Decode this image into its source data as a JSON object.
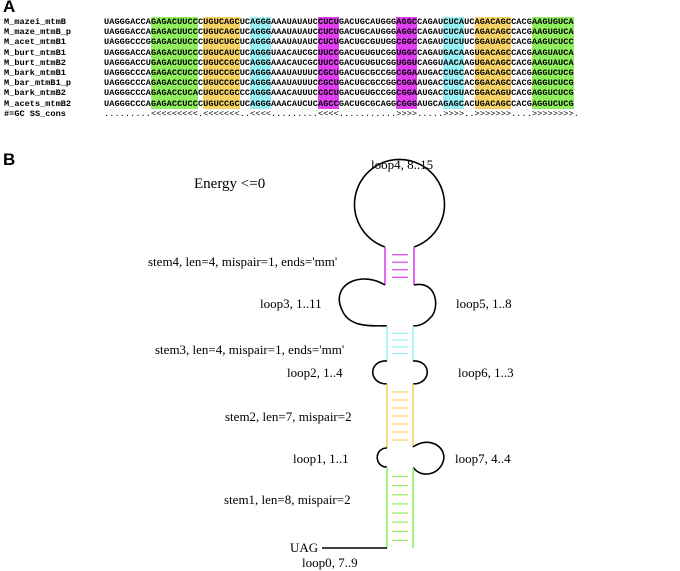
{
  "panels": {
    "a_label": "A",
    "b_label": "B"
  },
  "colors": {
    "green": "#90ee60",
    "yellow": "#f7d266",
    "cyan": "#99f0f5",
    "magenta": "#e040f0"
  },
  "alignment": {
    "rows": [
      {
        "name": "M_mazei_mtmB",
        "seq": "UAGGGACCAGAGACUUCCCUGUCAGCUCAGGGAAAUAUAUCCUCUGACUGCAUGGGAGGCCAGAUCUCAUCAGACAGCCACGAAGUGUCA"
      },
      {
        "name": "M_maze_mtmB_p",
        "seq": "UAGGGACCAGAGACUUCCCUGUCAGCUCAGGGAAAUAUAUCCUCUGACUGCAUGGGAGGCCAGAUCUCAUCAGACAGCCACGAAGUGUCA"
      },
      {
        "name": "M_acet_mtmB1",
        "seq": "UAGGGCCCGGAGACUUCCCUGUCUGCUCAGGGAAAUAUAUCCUCUGACUGCGUUGGCGGCCAGAUCUCUUCGGAUAGCCACGAAGUCUCC"
      },
      {
        "name": "M_burt_mtmB1",
        "seq": "UAGGGACCAGAGACUUCCCUGUCAUCUCAGGGUAACAUCGCUUCCGACUGUGUCGGUGGCCAGAUGACAAGUGACAGCCACGAAGUAUCA"
      },
      {
        "name": "M_burt_mtmB2",
        "seq": "UAGGGACCUGAGACUUCCCUGUCCGCUCAGGGAAACAUCGCUUCCGACUGUGUCGGUGGUCAGGUAACAAGUGACAGCCACGAAGUAUCA"
      },
      {
        "name": "M_bark_mtmB1",
        "seq": "UAGGGCCCAGAGACCUCCCUGUCCGCUCAGGGAAAUAUUUCCGCUGACUGCGCCGGCGGAAUGACCUGCACGGACAGCCACGAGGUCUCG"
      },
      {
        "name": "M_bar_mtmB1_p",
        "seq": "UAGGGCCCAGAGACCUCCCUGUCCGCUCAGGGAAAUAUUUCCGCUGACUGCGCCGGCGGAAUGACCUGCACGGACAGCCACGAGGUCUCG"
      },
      {
        "name": "M_bark_mtmB2",
        "seq": "UAGGGCCCAGAGACCUCACUGUCCGCCCAGGGAAACAUUUCCGCUGACUGUGCCGGCGGAAUGACCUGUACGGACAGUCACGAGGUCUCG"
      },
      {
        "name": "M_acets_mtmB2",
        "seq": "UAGGGCCCAGAGACCUCCCUGUCCGCUCAGGGAAACAUCUCAGCCGACUGCGCAGGCGGGAUGCAGAGCACUGACAGCCACGAGGUCUCG"
      }
    ],
    "ss_cons": {
      "name": "#=GC SS_cons",
      "seq": ".........<<<<<<<<<.<<<<<<<..<<<<.........<<<<...........>>>>.....>>>>..>>>>>>>....>>>>>>>>."
    }
  },
  "diagram": {
    "energy_label": "Energy <=0",
    "start_label": "UAG",
    "labels": {
      "loop4": "loop4, 8..15",
      "stem4": "stem4, len=4, mispair=1, ends='mm'",
      "loop3": "loop3, 1..11",
      "loop5": "loop5, 1..8",
      "stem3": "stem3, len=4, mispair=1, ends='mm'",
      "loop2": "loop2, 1..4",
      "loop6": "loop6, 1..3",
      "stem2": "stem2, len=7, mispair=2",
      "loop1": "loop1, 1..1",
      "loop7": "loop7, 4..4",
      "stem1": "stem1, len=8, mispair=2",
      "loop0": "loop0, 7..9"
    },
    "stems": [
      {
        "id": "stem1",
        "color": "#90ee60",
        "rungs": 8
      },
      {
        "id": "stem2",
        "color": "#f7d266",
        "rungs": 7
      },
      {
        "id": "stem3",
        "color": "#99f0f5",
        "rungs": 4
      },
      {
        "id": "stem4",
        "color": "#e040f0",
        "rungs": 4
      }
    ]
  }
}
